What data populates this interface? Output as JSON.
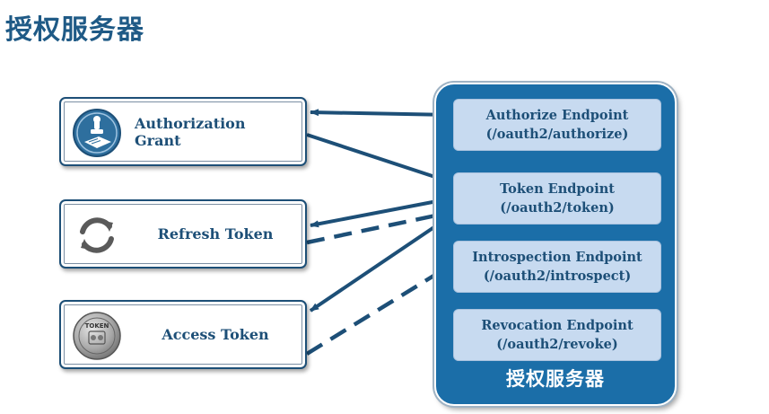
{
  "title": "授权服务器",
  "items": [
    {
      "label": "Authorization Grant",
      "icon": "stamp-document-icon"
    },
    {
      "label": "Refresh Token",
      "icon": "refresh-arrows-icon"
    },
    {
      "label": "Access Token",
      "icon": "token-coin-icon"
    }
  ],
  "token_coin_text": "TOKEN",
  "server": {
    "label": "授权服务器",
    "endpoints": [
      {
        "name": "Authorize Endpoint",
        "path": "(/oauth2/authorize)"
      },
      {
        "name": "Token Endpoint",
        "path": "(/oauth2/token)"
      },
      {
        "name": "Introspection Endpoint",
        "path": "(/oauth2/introspect)"
      },
      {
        "name": "Revocation Endpoint",
        "path": "(/oauth2/revoke)"
      }
    ]
  },
  "colors": {
    "navy": "#1d4f77",
    "server_blue": "#1b6ea8",
    "endpoint_fill": "#c7daf0",
    "title": "#1f5a86"
  }
}
